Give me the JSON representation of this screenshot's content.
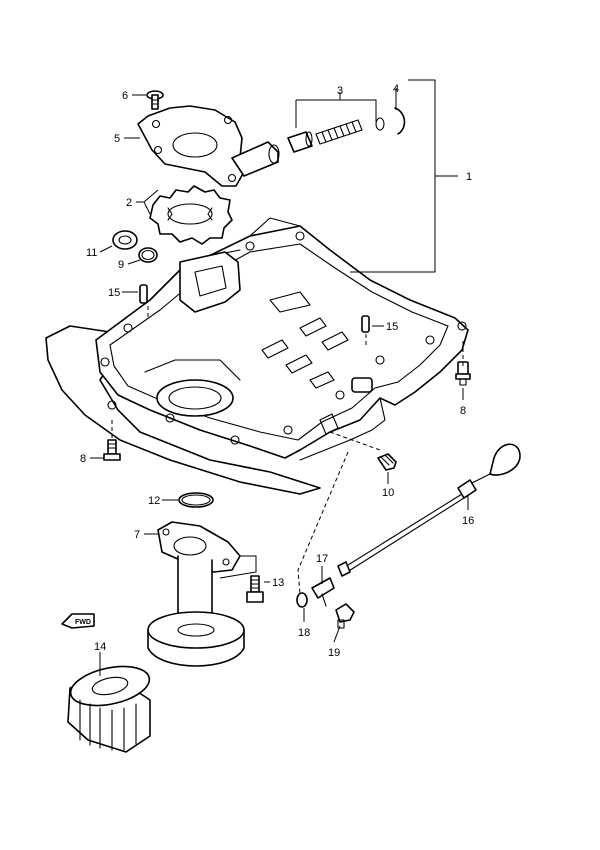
{
  "diagram": {
    "callouts": {
      "c1": "1",
      "c2": "2",
      "c3": "3",
      "c4": "4",
      "c5": "5",
      "c6": "6",
      "c7": "7",
      "c8a": "8",
      "c8b": "8",
      "c9": "9",
      "c10": "10",
      "c11": "11",
      "c12": "12",
      "c13": "13",
      "c14": "14",
      "c15a": "15",
      "c15b": "15",
      "c16": "16",
      "c17": "17",
      "c18": "18",
      "c19": "19"
    },
    "fwd_marker": "FWD"
  }
}
